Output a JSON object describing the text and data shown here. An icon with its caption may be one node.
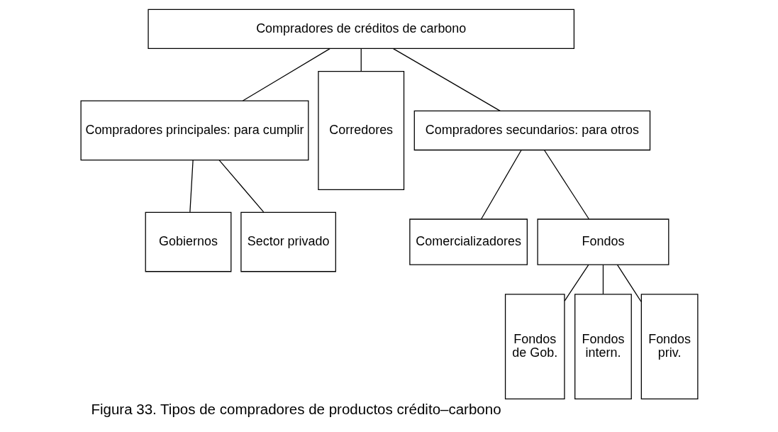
{
  "diagram": {
    "caption": "Figura 33. Tipos de compradores de productos crédito–carbono",
    "nodes": [
      {
        "text": [
          "Compradores de créditos de carbono"
        ]
      },
      {
        "text": [
          "Compradores principales: para cumplir"
        ]
      },
      {
        "text": [
          "Corredores"
        ]
      },
      {
        "text": [
          "Compradores secundarios: para otros"
        ]
      },
      {
        "text": [
          "Gobiernos"
        ]
      },
      {
        "text": [
          "Sector privado"
        ]
      },
      {
        "text": [
          "Comercializadores"
        ]
      },
      {
        "text": [
          "Fondos"
        ]
      },
      {
        "text": [
          "Fondos de Gob."
        ]
      },
      {
        "text": [
          "Fondos intern."
        ]
      },
      {
        "text": [
          "Fondos priv."
        ]
      }
    ],
    "edges": [
      {
        "from": 0,
        "to": 1,
        "arrow": "none"
      },
      {
        "from": 0,
        "to": 2,
        "arrow": "none"
      },
      {
        "from": 0,
        "to": 3,
        "arrow": "none"
      },
      {
        "from": 1,
        "to": 4,
        "arrow": "none"
      },
      {
        "from": 1,
        "to": 5,
        "arrow": "none"
      },
      {
        "from": 3,
        "to": 6,
        "arrow": "none"
      },
      {
        "from": 3,
        "to": 7,
        "arrow": "none"
      },
      {
        "from": 7,
        "to": 8,
        "arrow": "none"
      },
      {
        "from": 7,
        "to": 9,
        "arrow": "none"
      },
      {
        "from": 7,
        "to": 10,
        "arrow": "none"
      }
    ]
  }
}
